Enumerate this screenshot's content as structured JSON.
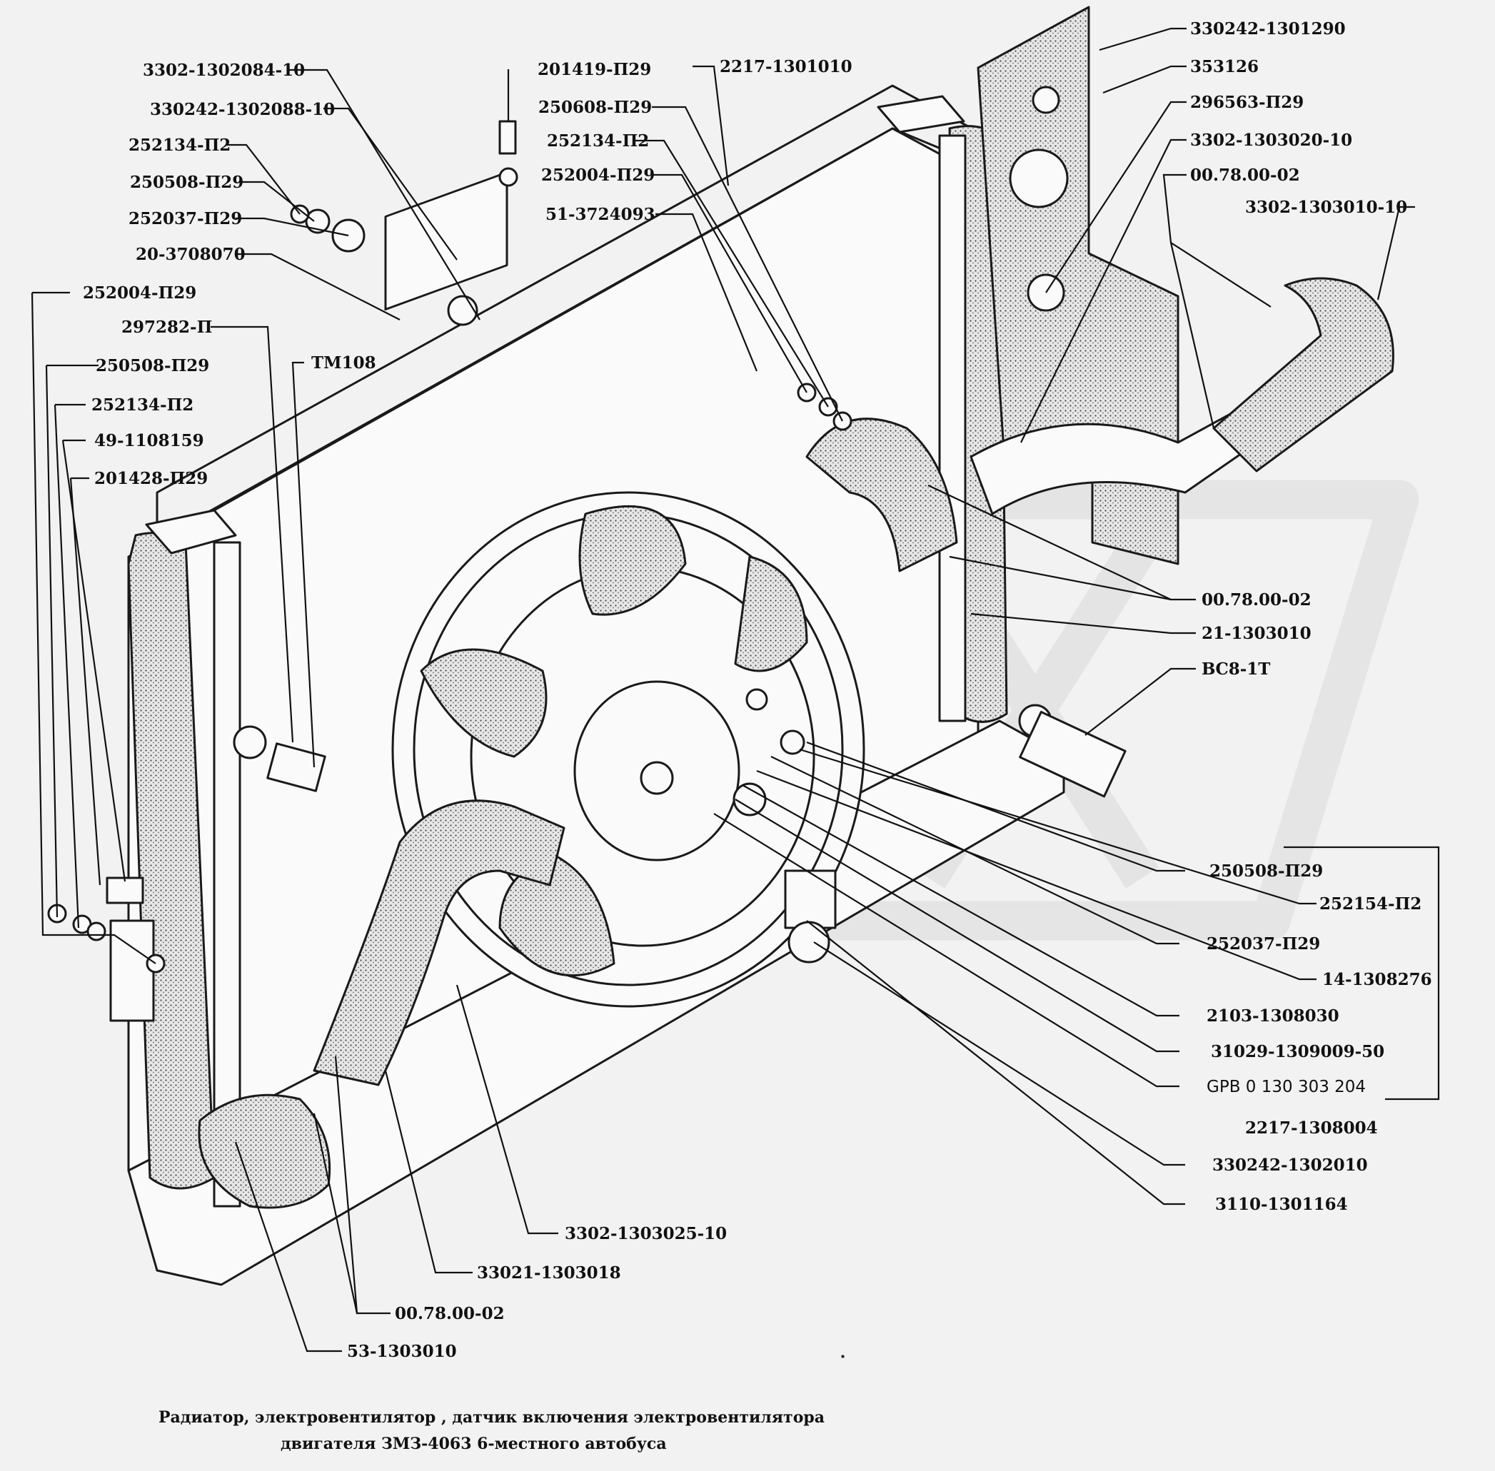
{
  "caption": {
    "line1": "Радиатор, электровентилятор , датчик включения электровентилятора",
    "line2": "двигателя ЗМЗ-4063 6-местного автобуса"
  },
  "labels": {
    "l01": "3302-1302084-10",
    "l02": "330242-1302088-10",
    "l03": "252134-П2",
    "l04": "250508-П29",
    "l05": "252037-П29",
    "l06": "20-3708070",
    "l07": "252004-П29",
    "l08": "297282-П",
    "l09": "ТМ108",
    "l10": "250508-П29",
    "l11": "252134-П2",
    "l12": "49-1108159",
    "l13": "201428-П29",
    "l14": "201419-П29",
    "l15": "250608-П29",
    "l16": "252134-П2",
    "l17": "252004-П29",
    "l18": "51-3724093",
    "l19": "2217-1301010",
    "l20": "330242-1301290",
    "l21": "353126",
    "l22": "296563-П29",
    "l23": "3302-1303020-10",
    "l24": "00.78.00-02",
    "l25": "3302-1303010-10",
    "l26": "00.78.00-02",
    "l27": "21-1303010",
    "l28": "ВС8-1Т",
    "l29": "250508-П29",
    "l30": "252154-П2",
    "l31": "252037-П29",
    "l32": "14-1308276",
    "l33": "2103-1308030",
    "l34": "31029-1309009-50",
    "l35": "GPB 0 130 303 204",
    "l36": "2217-1308004",
    "l37": "330242-1302010",
    "l38": "3110-1301164",
    "l39": "3302-1303025-10",
    "l40": "33021-1303018",
    "l41": "00.78.00-02",
    "l42": "53-1303010"
  }
}
